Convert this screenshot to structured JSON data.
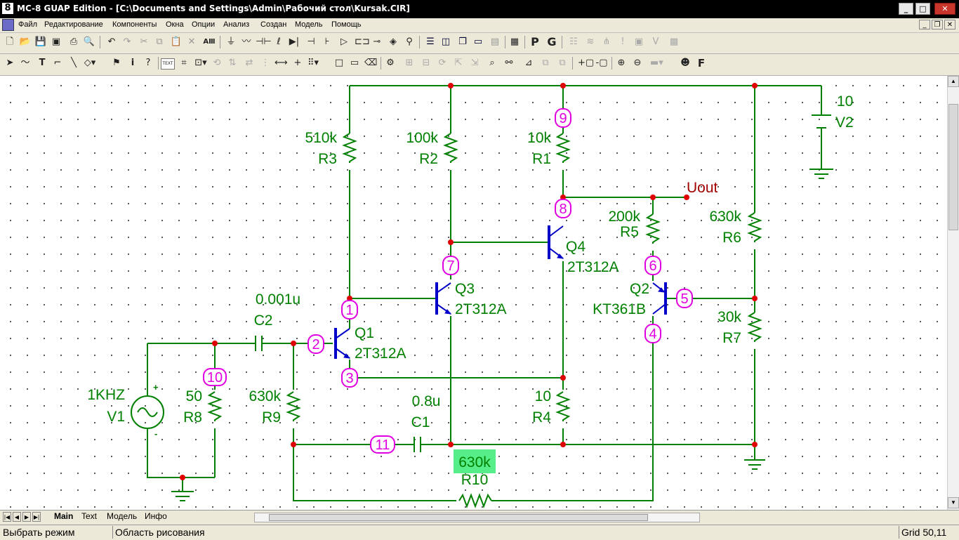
{
  "window": {
    "title": "MC-8 GUAP Edition - [C:\\Documents and Settings\\Admin\\Рабочий стол\\Kursak.CIR]",
    "app_icon": "8"
  },
  "window_buttons": {
    "minimize": "_",
    "maximize": "□",
    "close": "✕",
    "doc_minimize": "_",
    "doc_restore": "❐",
    "doc_close": "✕"
  },
  "menu": [
    "Файл",
    "Редактирование",
    "Компоненты",
    "Окна",
    "Опции",
    "Анализ",
    "Создан",
    "Модель",
    "Помощь"
  ],
  "tabs": [
    "Main",
    "Text",
    "Модель",
    "Инфо"
  ],
  "status": {
    "mode": "Выбрать режим",
    "area": "Область рисования",
    "grid": "Grid 50,11"
  },
  "toolbar1_icons": [
    "new-file-icon",
    "open-folder-icon",
    "save-icon",
    "save-all-icon",
    "print-icon",
    "print-preview-icon",
    "undo-icon",
    "redo-icon",
    "cut-icon",
    "copy-icon",
    "paste-icon",
    "delete-icon",
    "component-text-icon",
    "ground-icon",
    "resistor-icon",
    "capacitor-icon",
    "inductor-icon",
    "diode-icon",
    "battery-icon",
    "transistor-icon",
    "opamp-icon",
    "switch-icon",
    "source-icon",
    "bulb-icon",
    "tile-icon",
    "tile-vertical-icon",
    "cascade-icon",
    "window-icon",
    "window2-icon",
    "calculator-icon",
    "p-icon",
    "g-icon"
  ],
  "toolbar2_icons": [
    "select-arrow-icon",
    "wire-icon",
    "text-tool-icon",
    "orthogonal-wire-icon",
    "diagonal-wire-icon",
    "shape-icon",
    "flag-icon",
    "info-icon",
    "help-icon",
    "text-toggle-icon",
    "node-numbers-icon",
    "pin-icon",
    "rotate-icon",
    "flip-icon",
    "mirror-icon",
    "align-icon",
    "line-icon",
    "cross-icon",
    "grid-icon",
    "border-icon",
    "title-block-icon",
    "clear-icon",
    "find-icon",
    "binoculars-icon",
    "probe-icon",
    "zoom-in-icon",
    "zoom-out-icon",
    "color-icon",
    "font-icon"
  ],
  "toolbar_glyphs": {
    "p": "P",
    "g": "G",
    "f": "F",
    "text_toggle": "TEXT"
  },
  "colors": {
    "wire": "#008000",
    "component": "#008000",
    "transistor": "#0000c8",
    "node_label": "#e000e0",
    "junction": "#e00000",
    "uout": "#a00000",
    "highlight": "#55ee88"
  },
  "schematic": {
    "labels": {
      "R3": "R3",
      "R3v": "510k",
      "R2": "R2",
      "R2v": "100k",
      "R1": "R1",
      "R1v": "10k",
      "R5": "R5",
      "R5v": "200k",
      "R6": "R6",
      "R6v": "630k",
      "R7": "R7",
      "R7v": "30k",
      "R4": "R4",
      "R4v": "10",
      "R9": "R9",
      "R9v": "630k",
      "R8": "R8",
      "R8v": "50",
      "R10": "R10",
      "R10v": "630k",
      "C1": "C1",
      "C1v": "0.8u",
      "C2": "C2",
      "C2v": "0.001u",
      "V1": "V1",
      "V1v": "1KHZ",
      "V2": "V2",
      "V2v": "10",
      "Q1": "Q1",
      "Q1v": "2T312A",
      "Q2": "Q2",
      "Q2v": "KT361B",
      "Q3": "Q3",
      "Q3v": "2T312A",
      "Q4": "Q4",
      "Q4v": "2T312A",
      "uout": "Uout",
      "plus": "+",
      "minus": "-"
    },
    "nodes": [
      "1",
      "2",
      "3",
      "4",
      "5",
      "6",
      "7",
      "8",
      "9",
      "10",
      "11"
    ]
  }
}
